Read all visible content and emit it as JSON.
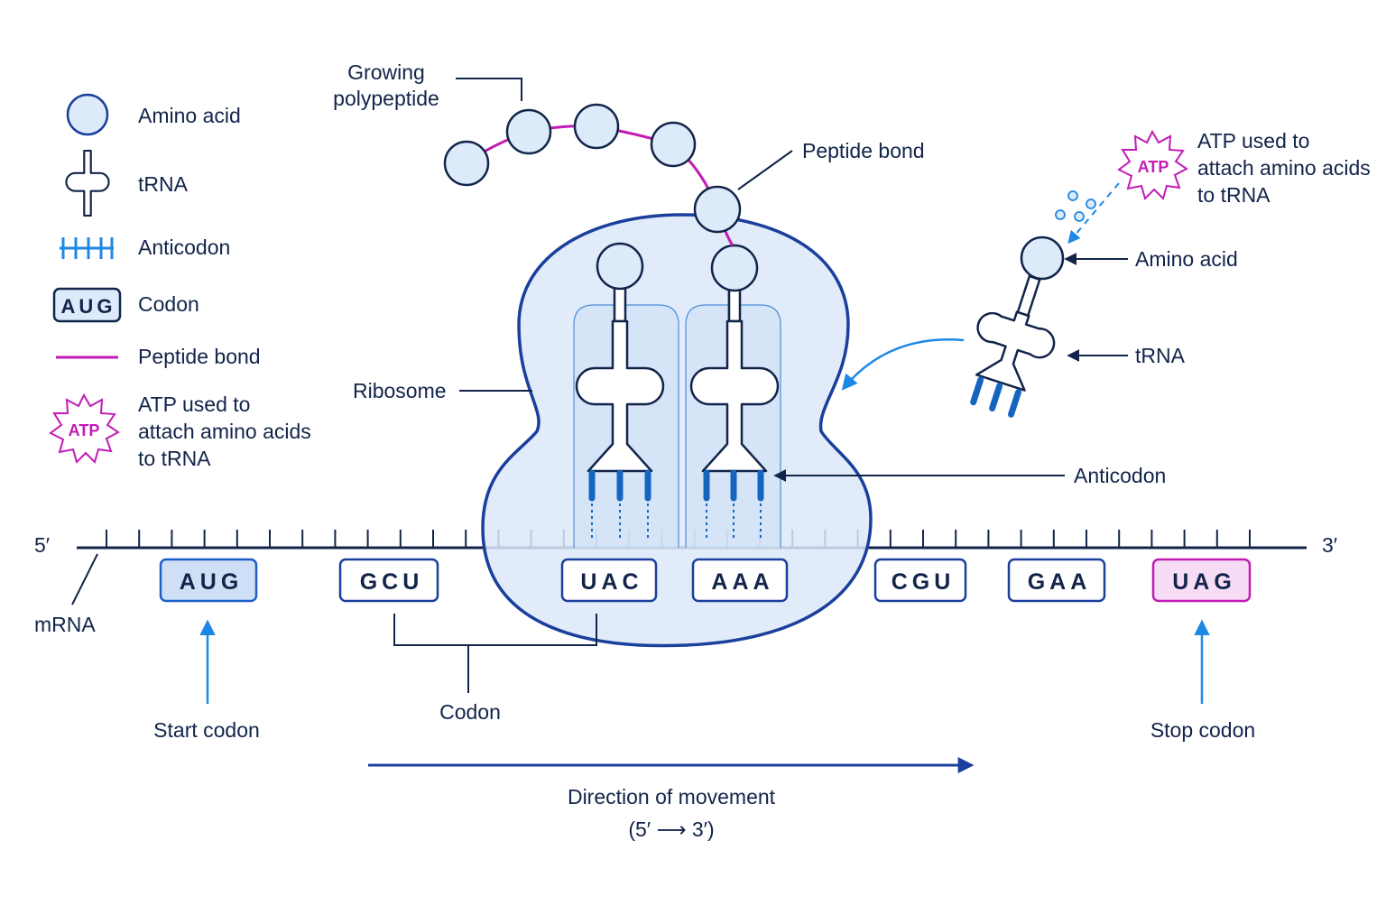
{
  "colors": {
    "navy": "#1a3f9c",
    "ink": "#12244a",
    "fill_light": "#ddeaf9",
    "fill_ribosome": "#dce8f8",
    "accent_blue": "#1e88e5",
    "anticodon_blue": "#1565c0",
    "peptide_magenta": "#c21bb5",
    "stop_fill": "#f7dcf5"
  },
  "legend": {
    "amino_acid": "Amino acid",
    "trna": "tRNA",
    "anticodon": "Anticodon",
    "codon_sample": "AUG",
    "codon": "Codon",
    "peptide_bond": "Peptide bond",
    "atp_badge": "ATP",
    "atp_line1": "ATP used to",
    "atp_line2": "attach amino acids",
    "atp_line3": "to tRNA"
  },
  "labels": {
    "growing_line1": "Growing",
    "growing_line2": "polypeptide",
    "peptide_bond": "Peptide bond",
    "ribosome": "Ribosome",
    "anticodon": "Anticodon",
    "amino_acid": "Amino acid",
    "trna": "tRNA",
    "atp_badge": "ATP",
    "atp_line1": "ATP used to",
    "atp_line2": "attach amino acids",
    "atp_line3": "to tRNA",
    "five_prime": "5′",
    "three_prime": "3′",
    "mrna": "mRNA",
    "start_codon": "Start codon",
    "stop_codon": "Stop codon",
    "codon": "Codon",
    "direction_line1": "Direction of movement",
    "direction_line2": "(5′ ⟶ 3′)"
  },
  "codons": [
    {
      "seq": "AUG",
      "role": "start"
    },
    {
      "seq": "GCU",
      "role": "normal"
    },
    {
      "seq": "UAC",
      "role": "normal"
    },
    {
      "seq": "AAA",
      "role": "normal"
    },
    {
      "seq": "CGU",
      "role": "normal"
    },
    {
      "seq": "GAA",
      "role": "normal"
    },
    {
      "seq": "UAG",
      "role": "stop"
    }
  ],
  "icons": [
    "amino-acid-icon",
    "trna-icon",
    "anticodon-icon",
    "codon-icon",
    "peptide-bond-icon",
    "atp-burst-icon"
  ]
}
